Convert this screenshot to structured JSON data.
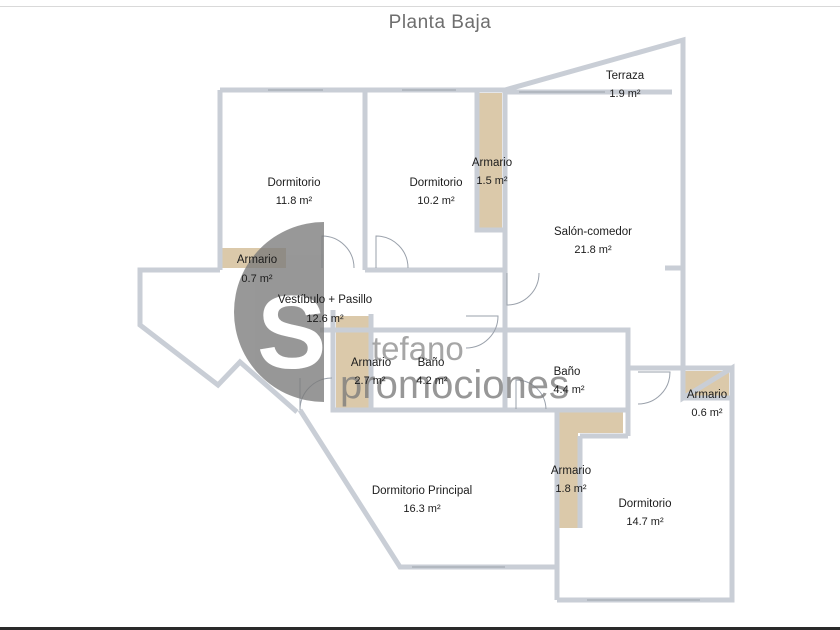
{
  "title": "Planta Baja",
  "colors": {
    "wall": "#c9ced6",
    "closet": "#dbc9aa",
    "watermark": "#7b7b7b",
    "text": "#1c1c1c"
  },
  "rooms": {
    "dormitorio_1": {
      "name": "Dormitorio",
      "area": "11.8 m²"
    },
    "dormitorio_2": {
      "name": "Dormitorio",
      "area": "10.2 m²"
    },
    "armario_1": {
      "name": "Armario",
      "area": "1.5 m²"
    },
    "terraza": {
      "name": "Terraza",
      "area": "1.9 m²"
    },
    "salon": {
      "name": "Salón-comedor",
      "area": "21.8 m²"
    },
    "armario_2": {
      "name": "Armario",
      "area": "0.7 m²"
    },
    "vestibulo": {
      "name": "Vestíbulo + Pasillo",
      "area": "12.6 m²"
    },
    "armario_3": {
      "name": "Armario",
      "area": "2.7 m²"
    },
    "bano_1": {
      "name": "Baño",
      "area": "4.2 m²"
    },
    "bano_2": {
      "name": "Baño",
      "area": "4.4 m²"
    },
    "armario_4": {
      "name": "Armario",
      "area": "0.6 m²"
    },
    "armario_5": {
      "name": "Armario",
      "area": "1.8 m²"
    },
    "dormitorio_principal": {
      "name": "Dormitorio Principal",
      "area": "16.3 m²"
    },
    "dormitorio_3": {
      "name": "Dormitorio",
      "area": "14.7 m²"
    }
  },
  "watermark": {
    "letter": "S",
    "line1": "tefano",
    "line2": "promociones"
  }
}
